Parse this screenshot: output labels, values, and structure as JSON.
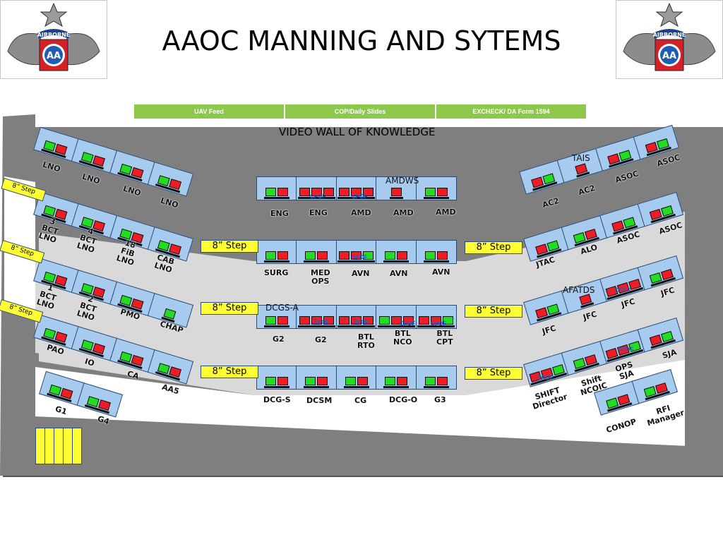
{
  "title": "AAOC MANNING AND SYTEMS",
  "logo": {
    "text": "AIRBORNE",
    "badge": "AA"
  },
  "feeds": [
    "UAV Feed",
    "COP/Daily Slides",
    "EXCHECK/ DA Form 1594"
  ],
  "video_wall": "VIDEO WALL OF KNOWLEDGE",
  "steps": {
    "label": "8” Step"
  },
  "systems": {
    "cpof": "CPOF",
    "amdws": "AMDWS",
    "tais": "TAIS",
    "afatds": "AFATDS",
    "dcgs": "DCGS-A"
  },
  "left": {
    "row1": [
      "LNO",
      "LNO",
      "LNO",
      "LNO"
    ],
    "row2": [
      "3\nBCT\nLNO",
      "4\nBCT\nLNO",
      "18\nFiB\nLNO",
      "CAB\nLNO"
    ],
    "row3": [
      "1\nBCT\nLNO",
      "2\nBCT\nLNO",
      "PMO",
      "CHAP"
    ],
    "row4": [
      "PAO",
      "IO",
      "CA",
      "AA5"
    ],
    "row5": [
      "G1",
      "G4"
    ]
  },
  "center": {
    "row1": [
      "ENG",
      "ENG",
      "AMD",
      "AMD",
      "AMD"
    ],
    "row2": [
      "SURG",
      "MED\nOPS",
      "AVN",
      "AVN",
      "AVN"
    ],
    "row3": [
      "G2",
      "G2",
      "BTL\nRTO",
      "BTL\nNCO",
      "BTL\nCPT"
    ],
    "row4": [
      "DCG-S",
      "DCSM",
      "CG",
      "DCG-O",
      "G3"
    ]
  },
  "right": {
    "row1": [
      "AC2",
      "AC2",
      "ASOC",
      "ASOC"
    ],
    "row2": [
      "JTAC",
      "ALO",
      "ASOC",
      "ASOC"
    ],
    "row3": [
      "JFC",
      "JFC",
      "JFC",
      "JFC"
    ],
    "row4": [
      "SHIFT\nDirector",
      "Shift\nNCOIC",
      "OPS\nSJA",
      "SJA"
    ],
    "row5": [
      "CONOP",
      "RFI\nManager"
    ]
  },
  "colors": {
    "floor": "#7f7f7f",
    "aisle": "#d9d9d9",
    "desk": "#a7cbef",
    "desk_border": "#2d4a73",
    "feed": "#8cc84b",
    "step": "#ffff33",
    "monitor_on": "#22dd22",
    "monitor_off": "#ee1c24"
  }
}
